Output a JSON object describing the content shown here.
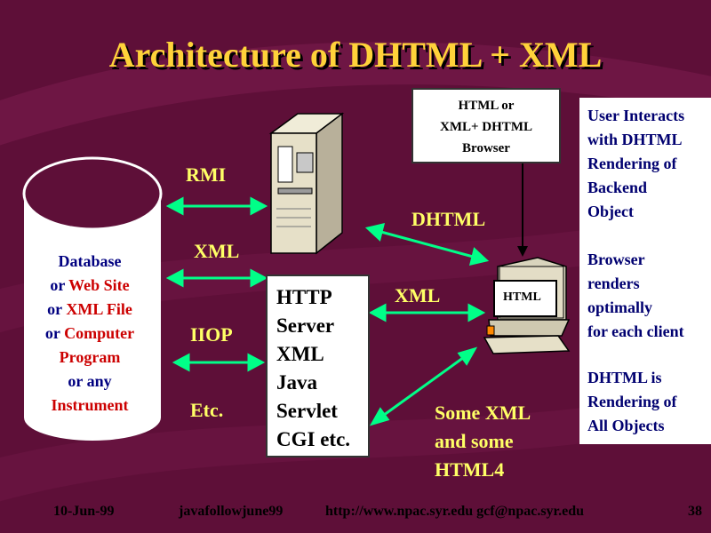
{
  "title": {
    "part1": "Architecture of ",
    "part2": "DHTML + XML"
  },
  "browser_box": {
    "line1": "HTML or",
    "line2": "XML+ DHTML",
    "line3": "Browser"
  },
  "labels": {
    "rmi": "RMI",
    "xml_left": "XML",
    "iiop": "IIOP",
    "etc": "Etc.",
    "dhtml": "DHTML",
    "xml_mid": "XML",
    "html_screen": "HTML"
  },
  "database": {
    "line1": "Database",
    "line2a": "or ",
    "line2b": "Web Site",
    "line3a": "or ",
    "line3b": "XML File",
    "line4a": "or ",
    "line4b": "Computer",
    "line5": "Program",
    "line6": "or any",
    "line7": "Instrument"
  },
  "http_box": {
    "line1": "HTTP",
    "line2": "Server",
    "line3": "XML",
    "line4": "Java",
    "line5": "Servlet",
    "line6": "CGI etc."
  },
  "some_xml": {
    "line1": "Some XML",
    "line2": "and some",
    "line3": "HTML4"
  },
  "sidebar": {
    "block1": {
      "l1": "User Interacts",
      "l2": "with DHTML",
      "l3": "Rendering of",
      "l4": "Backend",
      "l5": "Object"
    },
    "block2": {
      "l1": "Browser",
      "l2": "renders",
      "l3": "optimally",
      "l4": "for each client"
    },
    "block3": {
      "l1": "DHTML is",
      "l2": "Rendering of",
      "l3": "All Objects"
    }
  },
  "footer": {
    "date": "10-Jun-99",
    "name": "javafollowjune99",
    "url": "http://www.npac.syr.edu gcf@npac.syr.edu",
    "page": "38"
  },
  "colors": {
    "background": "#5e0f38",
    "title": "#ffd23a",
    "arrows": "#00ff88",
    "labels": "#ffff66",
    "sidebar": "#000070"
  }
}
